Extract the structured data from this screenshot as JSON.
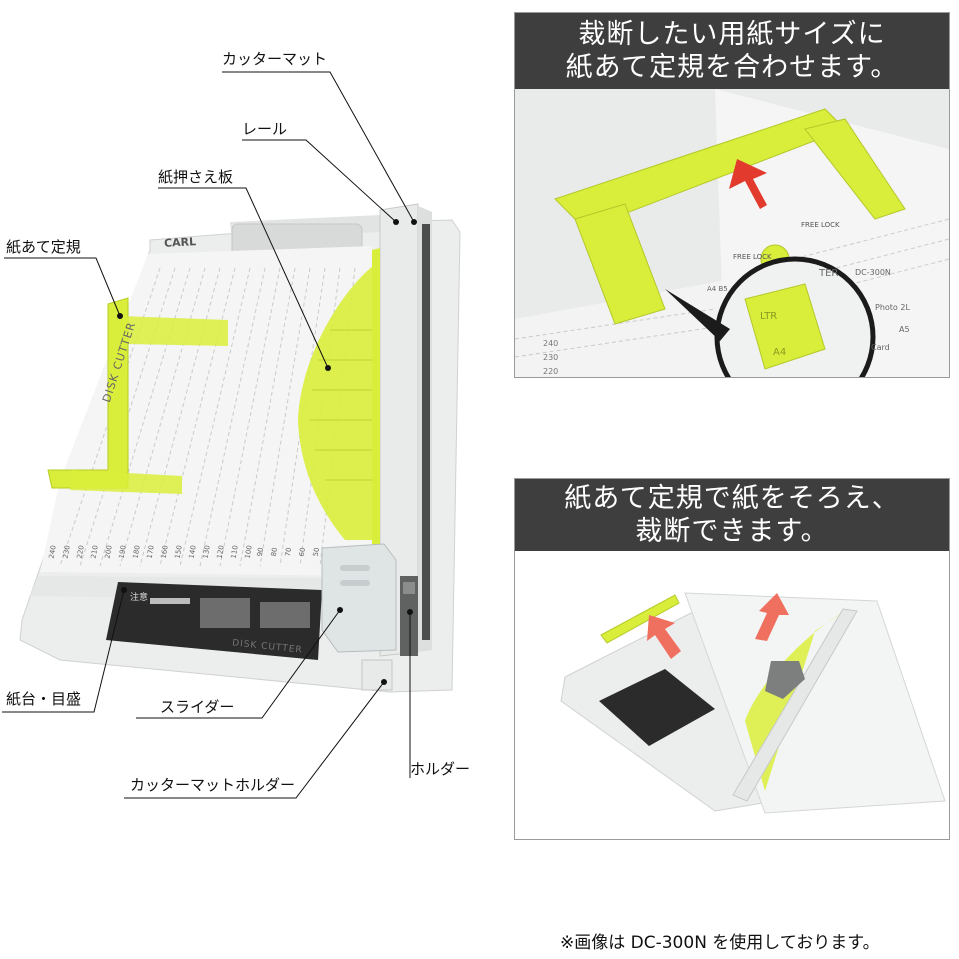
{
  "labels": {
    "cutter_mat": "カッターマット",
    "rail": "レール",
    "paper_press_plate": "紙押さえ板",
    "paper_guide": "紙あて定規",
    "paper_bed_scale": "紙台・目盛",
    "slider": "スライダー",
    "cutter_mat_holder": "カッターマットホルダー",
    "holder": "ホルダー"
  },
  "panel_top": {
    "line1": "裁断したい用紙サイズに",
    "line2": "紙あて定規を合わせます。",
    "image_text": {
      "free_lock": "FREE LOCK",
      "free_lock2": "FREE LOCK",
      "ltr": "LTR",
      "a4": "A4",
      "model": "DC-300N",
      "cutter": "TER",
      "photo2l": "Photo 2L",
      "card": "Card",
      "a5": "A5",
      "a4b5": "A4 B5",
      "scale": [
        "240",
        "230",
        "220"
      ]
    }
  },
  "panel_bottom": {
    "line1": "紙あて定規で紙をそろえ、",
    "line2": "裁断できます。"
  },
  "device_text": {
    "brand": "CARL",
    "product": "DISK CUTTER",
    "warning": "注意",
    "side_product": "DISK CUTTER",
    "bottom_scale": [
      "240",
      "230",
      "220",
      "210",
      "200",
      "190",
      "180",
      "170",
      "160",
      "150",
      "140",
      "130",
      "120",
      "110",
      "100",
      "90",
      "80",
      "70",
      "60",
      "50"
    ]
  },
  "footnote": "※画像は DC-300N を使用しております。",
  "colors": {
    "lime": "#d9ee3a",
    "panel_header": "#3e3e3e",
    "arrow_red": "#e23b2e",
    "arrow_salmon": "#f07060"
  }
}
